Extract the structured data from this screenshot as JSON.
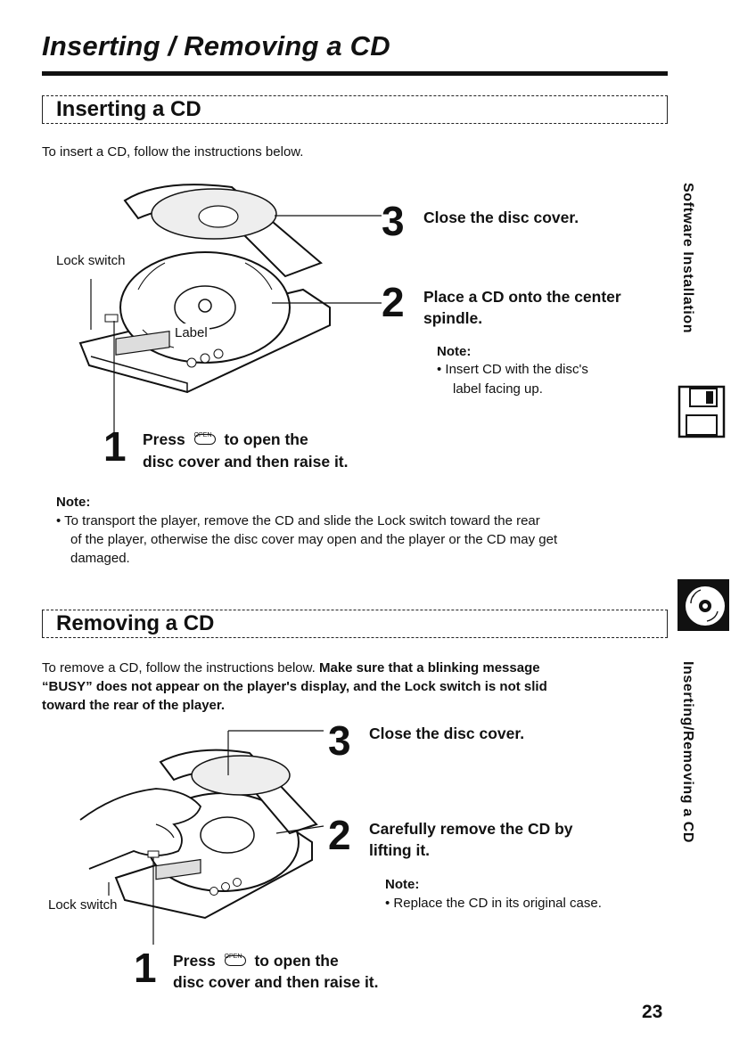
{
  "page": {
    "title": "Inserting / Removing a CD",
    "page_number": "23"
  },
  "insert": {
    "heading": "Inserting a CD",
    "intro": "To insert a CD, follow the instructions below.",
    "label_lock": "Lock switch",
    "label_label": "Label",
    "step1_num": "1",
    "step1_pre": "Press",
    "step1_post": "to open the",
    "step1_line2": "disc cover and then raise it.",
    "step2_num": "2",
    "step2_line1": "Place a CD onto the center",
    "step2_line2": "spindle.",
    "step2_note_h": "Note:",
    "step2_note_l1": "Insert CD with the disc's",
    "step2_note_l2": "label facing up.",
    "step3_num": "3",
    "step3_text": "Close the disc cover.",
    "note_h": "Note:",
    "note_l1": "To transport the player, remove the CD and slide the Lock switch toward the rear",
    "note_l2": "of the player, otherwise the disc cover may open and the player or the CD may get",
    "note_l3": "damaged."
  },
  "remove": {
    "heading": "Removing a CD",
    "intro_plain": "To remove a CD, follow the instructions below.",
    "intro_bold_a": "Make sure that a blinking message",
    "intro_bold_b": "“BUSY” does not appear on the player's display, and the Lock switch is not slid",
    "intro_bold_c": "toward the rear of the player.",
    "label_lock": "Lock switch",
    "step1_num": "1",
    "step1_pre": "Press",
    "step1_post": "to open the",
    "step1_line2": "disc cover and then raise it.",
    "step2_num": "2",
    "step2_line1": "Carefully remove the CD by",
    "step2_line2": "lifting it.",
    "step2_note_h": "Note:",
    "step2_note_l1": "Replace the CD in its original case.",
    "step3_num": "3",
    "step3_text": "Close the disc cover."
  },
  "open_button_label": "OPEN",
  "side_tabs": {
    "software": "Software Installation",
    "inserting": "Inserting/Removing a CD"
  },
  "icons": [
    "floppy-disk-icon",
    "cd-icon",
    "open-button-icon"
  ]
}
